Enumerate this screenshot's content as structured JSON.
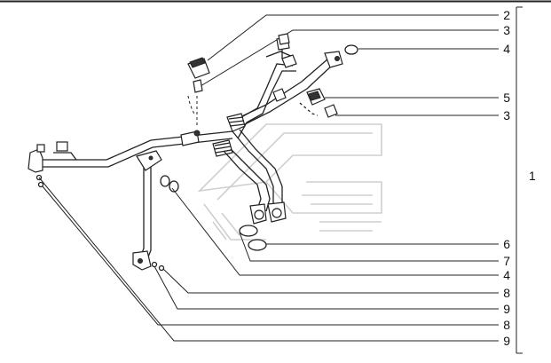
{
  "callouts": {
    "c2": "2",
    "c3a": "3",
    "c4a": "4",
    "c5": "5",
    "c3b": "3",
    "c1": "1",
    "c6": "6",
    "c7": "7",
    "c4b": "4",
    "c8a": "8",
    "c9a": "9",
    "c8b": "8",
    "c9b": "9"
  },
  "colors": {
    "line": "#222222",
    "watermark": "#cfcfcf",
    "background": "#ffffff"
  }
}
